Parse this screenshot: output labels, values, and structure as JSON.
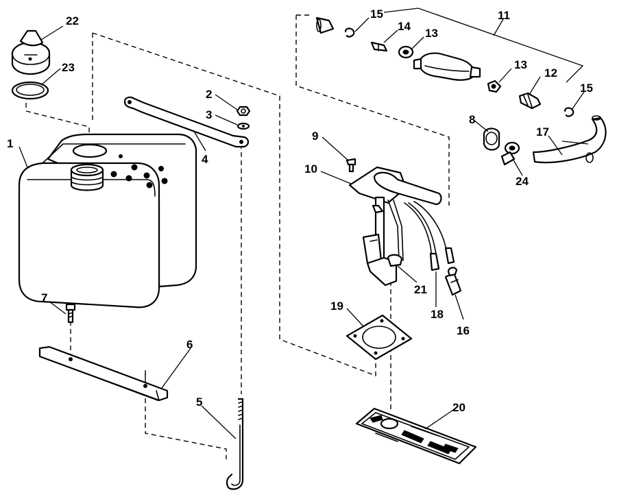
{
  "callouts": {
    "c1": "1",
    "c2": "2",
    "c3": "3",
    "c4": "4",
    "c5": "5",
    "c6": "6",
    "c7": "7",
    "c8": "8",
    "c9": "9",
    "c10": "10",
    "c11": "11",
    "c12": "12",
    "c13a": "13",
    "c13b": "13",
    "c14": "14",
    "c15a": "15",
    "c15b": "15",
    "c16": "16",
    "c17": "17",
    "c18": "18",
    "c19": "19",
    "c20": "20",
    "c21": "21",
    "c22": "22",
    "c23": "23",
    "c24": "24"
  }
}
